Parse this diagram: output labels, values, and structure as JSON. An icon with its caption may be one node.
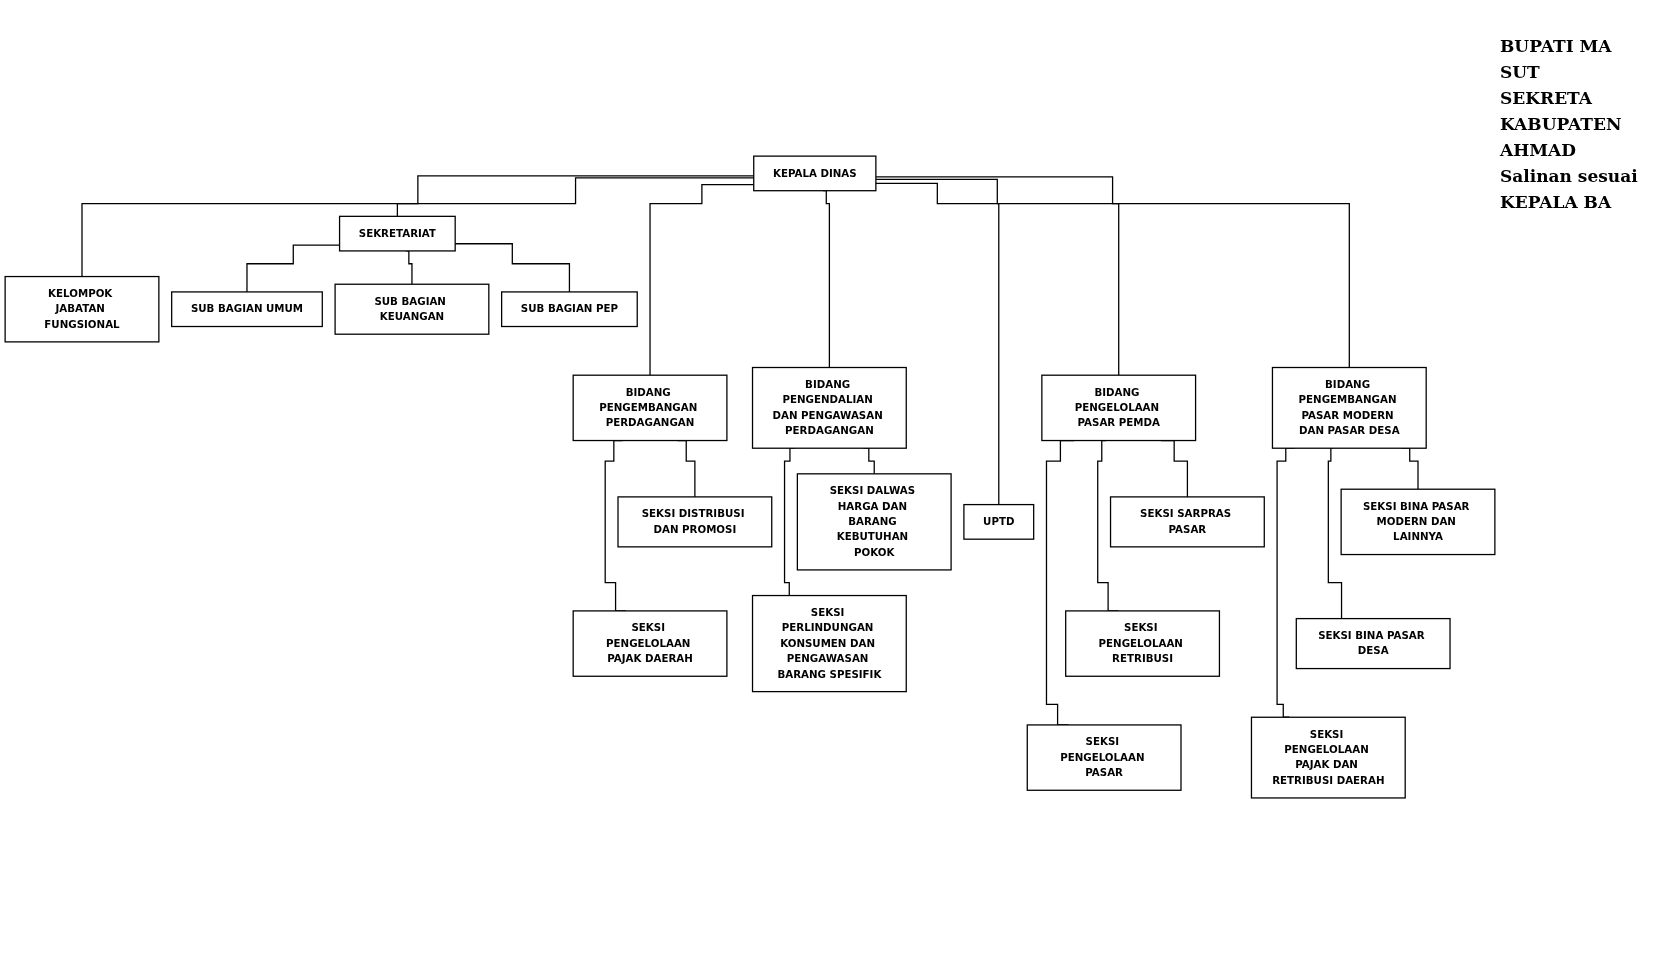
{
  "diagram": {
    "nodes": [
      {
        "text": [
          "KEPALA DINAS"
        ]
      },
      {
        "text": [
          "SEKRETARIAT"
        ]
      },
      {
        "text": [
          "KELOMPOK JABATAN FUNGSIONAL"
        ]
      },
      {
        "text": [
          "SUB BAGIAN UMUM"
        ]
      },
      {
        "text": [
          "SUB BAGIAN KEUANGAN"
        ]
      },
      {
        "text": [
          "SUB BAGIAN PEP"
        ]
      },
      {
        "text": [
          "BIDANG PENGEMBANGAN PERDAGANGAN"
        ]
      },
      {
        "text": [
          "BIDANG PENGENDALIAN DAN PENGAWASAN PERDAGANGAN"
        ]
      },
      {
        "text": [
          "BIDANG PENGELOLAAN PASAR PEMDA"
        ]
      },
      {
        "text": [
          "BIDANG PENGEMBANGAN PASAR MODERN DAN PASAR DESA"
        ]
      },
      {
        "text": [
          "SEKSI DISTRIBUSI DAN PROMOSI"
        ]
      },
      {
        "text": [
          "SEKSI PENGELOLAAN PAJAK DAERAH"
        ]
      },
      {
        "text": [
          "SEKSI DALWAS HARGA DAN BARANG KEBUTUHAN POKOK"
        ]
      },
      {
        "text": [
          "SEKSI PERLINDUNGAN KONSUMEN DAN PENGAWASAN BARANG SPESIFIK"
        ]
      },
      {
        "text": [
          "SEKSI SARPRAS PASAR"
        ]
      },
      {
        "text": [
          "SEKSI PENGELOLAAN RETRIBUSI"
        ]
      },
      {
        "text": [
          "SEKSI PENGELOLAAN PASAR"
        ]
      },
      {
        "text": [
          "SEKSI BINA PASAR MODERN DAN LAINNYA"
        ]
      },
      {
        "text": [
          "SEKSI BINA PASAR DESA"
        ]
      },
      {
        "text": [
          "SEKSI PENGELOLAAN PAJAK DAN RETRIBUSI DAERAH"
        ]
      },
      {
        "text": [
          "UPTD"
        ]
      }
    ],
    "edges": [
      {
        "from": 0,
        "to": 1,
        "arrow": "none"
      },
      {
        "from": 0,
        "to": 2,
        "arrow": "none"
      },
      {
        "from": 1,
        "to": 3,
        "arrow": "none"
      },
      {
        "from": 1,
        "to": 4,
        "arrow": "none"
      },
      {
        "from": 1,
        "to": 5,
        "arrow": "none"
      },
      {
        "from": 0,
        "to": 6,
        "arrow": "none"
      },
      {
        "from": 0,
        "to": 7,
        "arrow": "none"
      },
      {
        "from": 0,
        "to": 8,
        "arrow": "none"
      },
      {
        "from": 0,
        "to": 9,
        "arrow": "none"
      },
      {
        "from": 6,
        "to": 10,
        "arrow": "none"
      },
      {
        "from": 6,
        "to": 11,
        "arrow": "none"
      },
      {
        "from": 7,
        "to": 12,
        "arrow": "none"
      },
      {
        "from": 7,
        "to": 13,
        "arrow": "none"
      },
      {
        "from": 8,
        "to": 14,
        "arrow": "none"
      },
      {
        "from": 8,
        "to": 15,
        "arrow": "none"
      },
      {
        "from": 8,
        "to": 16,
        "arrow": "none"
      },
      {
        "from": 9,
        "to": 17,
        "arrow": "none"
      },
      {
        "from": 9,
        "to": 18,
        "arrow": "none"
      },
      {
        "from": 9,
        "to": 19,
        "arrow": "none"
      },
      {
        "from": 0,
        "to": 20,
        "arrow": "none"
      }
    ],
    "labels": [
      "BUPATI MA",
      "SUT",
      "SEKRETA",
      "KABUPATEN",
      "AHMAD",
      "Salinan sesuai",
      "KEPALA BA"
    ]
  }
}
